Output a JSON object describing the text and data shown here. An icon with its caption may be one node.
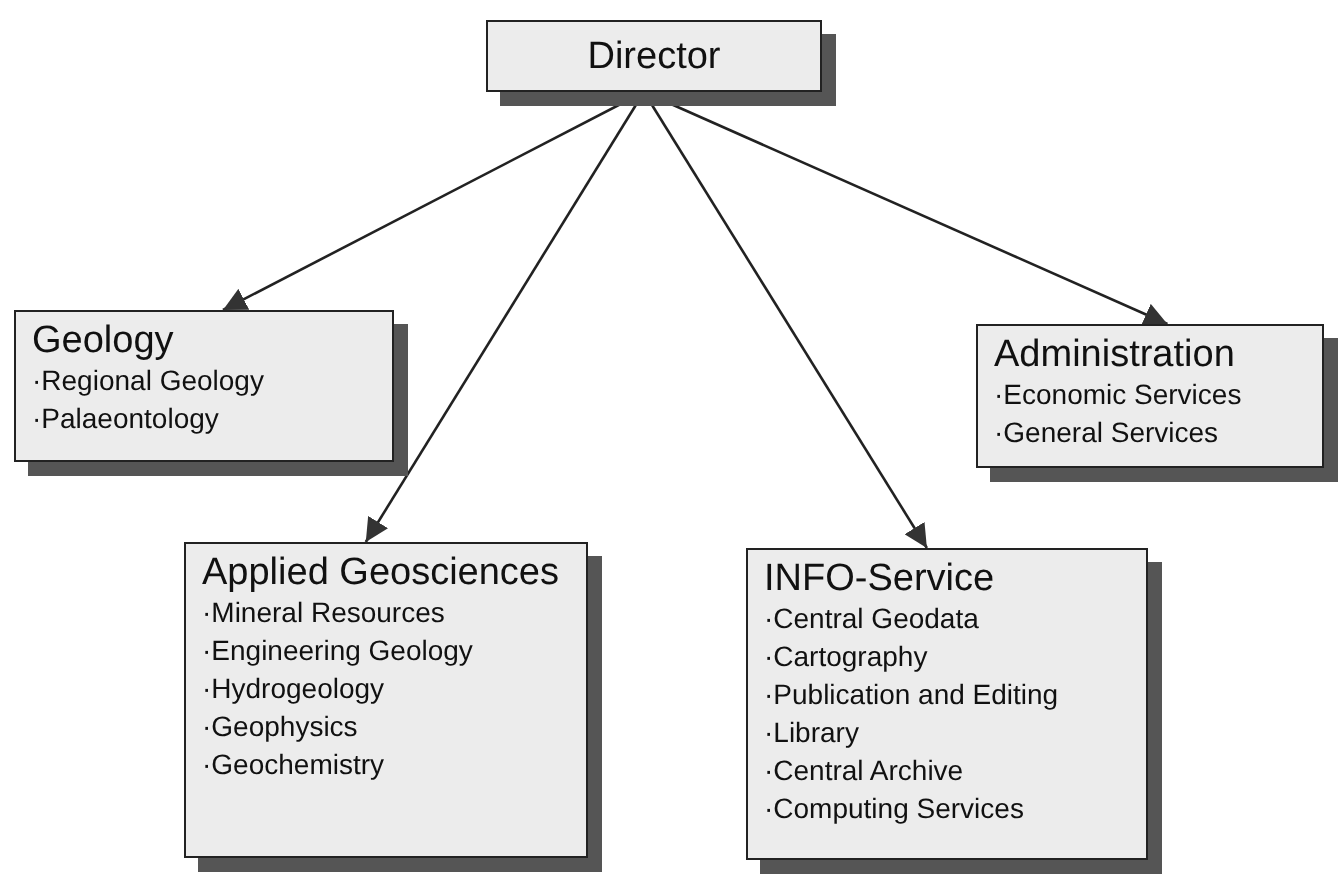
{
  "diagram": {
    "nodes": [
      {
        "text": [
          "Director"
        ]
      },
      {
        "text": [
          "Geology",
          "·Regional Geology",
          "·Palaeontology"
        ]
      },
      {
        "text": [
          "Applied Geosciences",
          "·Mineral Resources",
          "·Engineering Geology",
          "·Hydrogeology",
          "·Geophysics",
          "·Geochemistry"
        ]
      },
      {
        "text": [
          "INFO-Service",
          "·Central Geodata",
          "·Cartography",
          "·Publication and Editing",
          "·Library",
          "·Central Archive",
          "·Computing Services"
        ]
      },
      {
        "text": [
          "Administration",
          "·Economic Services",
          "·General Services"
        ]
      }
    ],
    "edges": [
      {
        "from": 0,
        "to": 1,
        "arrow": "to"
      },
      {
        "from": 0,
        "to": 2,
        "arrow": "to"
      },
      {
        "from": 0,
        "to": 3,
        "arrow": "to"
      },
      {
        "from": 0,
        "to": 4,
        "arrow": "to"
      }
    ]
  }
}
